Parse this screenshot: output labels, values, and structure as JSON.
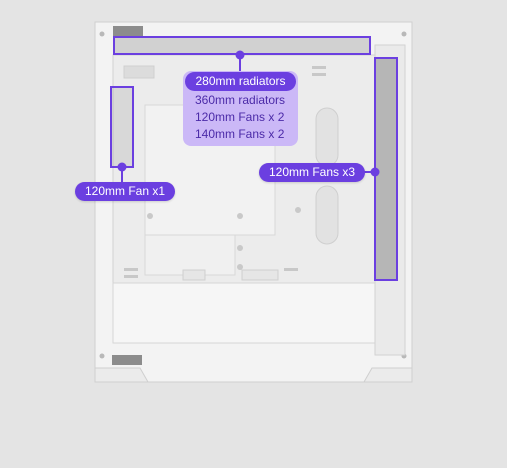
{
  "callouts": {
    "top_mount": {
      "title": "280mm radiators",
      "items": [
        "360mm radiators",
        "120mm Fans x 2",
        "140mm Fans x 2"
      ]
    },
    "rear_fan": "120mm Fan x1",
    "front_fans": "120mm Fans x3"
  },
  "colors": {
    "background": "#e4e4e4",
    "case_body": "#f4f4f4",
    "accent": "#6b3fe0",
    "accent_light": "#cbb8f7"
  },
  "icons": [
    "connector-dot-icon"
  ]
}
